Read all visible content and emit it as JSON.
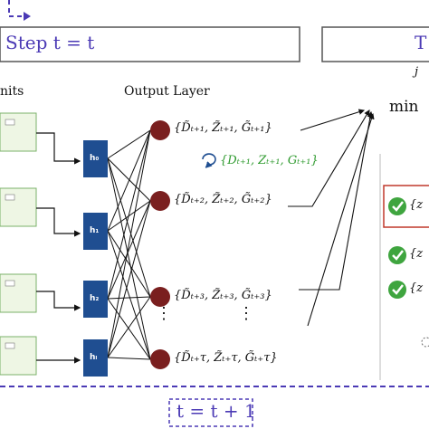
{
  "step_label": "Step t = t",
  "right_title_partial": "T",
  "units_label": "nits",
  "output_layer_label": "Output Layer",
  "hidden_units": [
    "h₀",
    "h₁",
    "h₂",
    "hₗ"
  ],
  "outputs": [
    "{D̃ₜ₊₁, Z̃ₜ₊₁, G̃ₜ₊₁}",
    "{D̃ₜ₊₂, Z̃ₜ₊₂, G̃ₜ₊₂}",
    "{D̃ₜ₊₃, Z̃ₜ₊₃, G̃ₜ₊₃}",
    "{D̃ₜ₊τ, Z̃ₜ₊τ, G̃ₜ₊τ}"
  ],
  "feedback_label": "{Dₜ₊₁, Zₜ₊₁, Gₜ₊₁}",
  "min_label": "min",
  "j_label": "j",
  "right_items": [
    "{z",
    "{z",
    "{z"
  ],
  "ellipsis_v": "⋮",
  "time_update_label": "t = t + 1",
  "colors": {
    "accent": "#4b3ab5",
    "hidden_unit": "#1f4e91",
    "output_node": "#7a1f1f",
    "check": "#3fa53f",
    "feedback": "#2e9a2e",
    "highlight": "#c0392b"
  }
}
